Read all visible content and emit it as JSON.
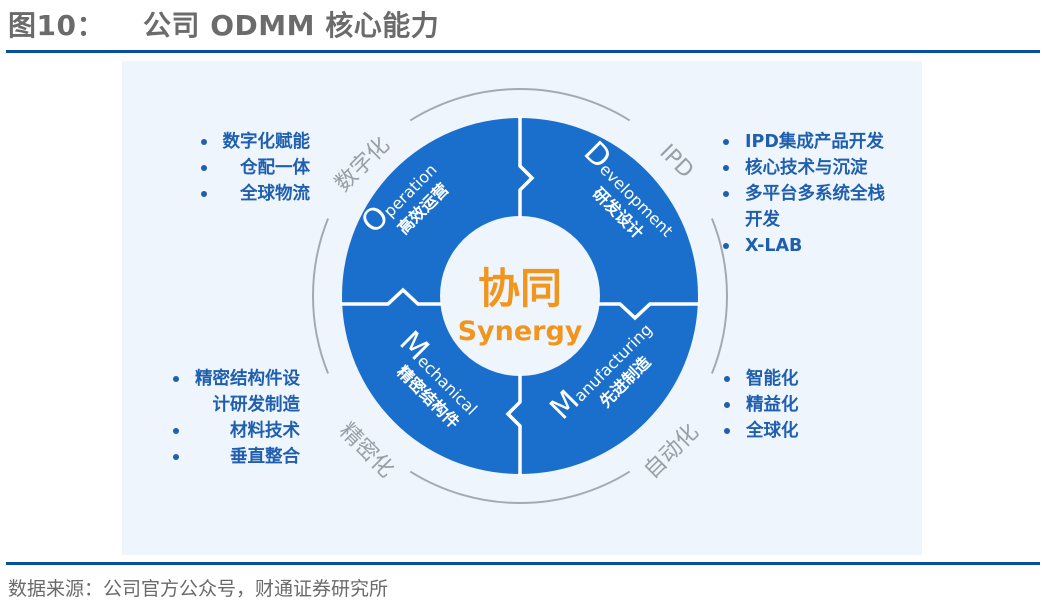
{
  "title": {
    "figure_number": "图10：",
    "text": "公司 ODMM 核心能力"
  },
  "source": "数据来源：公司官方公众号，财通证券研究所",
  "colors": {
    "ring": "#1a6fcc",
    "center_text": "#f0961e",
    "outer_arc": "#a5aab2",
    "arc_label": "#9a9fa7",
    "list_text": "#1f5fae",
    "panel_bg": "#eef5fd",
    "rule": "#0a4f9c"
  },
  "center": {
    "chinese": "协同",
    "english": "Synergy"
  },
  "segments": [
    {
      "id": "operation",
      "initial": "O",
      "rest": "peration",
      "chinese": "高效运营"
    },
    {
      "id": "development",
      "initial": "D",
      "rest": "evelopment",
      "chinese": "研发设计"
    },
    {
      "id": "manufacturing",
      "initial": "M",
      "rest": "anufacturing",
      "chinese": "先进制造"
    },
    {
      "id": "mechanical",
      "initial": "M",
      "rest": "echanical",
      "chinese": "精密结构件"
    }
  ],
  "arc_labels": {
    "top_left": "数字化",
    "top_right": "IPD",
    "bottom_right": "自动化",
    "bottom_left": "精密化"
  },
  "lists": {
    "top_left": [
      "数字化赋能",
      "仓配一体",
      "全球物流"
    ],
    "top_right": [
      "IPD集成产品开发",
      "核心技术与沉淀",
      "多平台多系统全栈开发",
      "X-LAB"
    ],
    "bottom_left": [
      "精密结构件设计研发制造",
      "材料技术",
      "垂直整合"
    ],
    "bottom_right": [
      "智能化",
      "精益化",
      "全球化"
    ]
  },
  "list_wrapped_lines": {
    "top_right_2": [
      "多平台多系统全栈",
      "开发"
    ],
    "bottom_left_0": [
      "精密结构件设",
      "计研发制造"
    ]
  }
}
